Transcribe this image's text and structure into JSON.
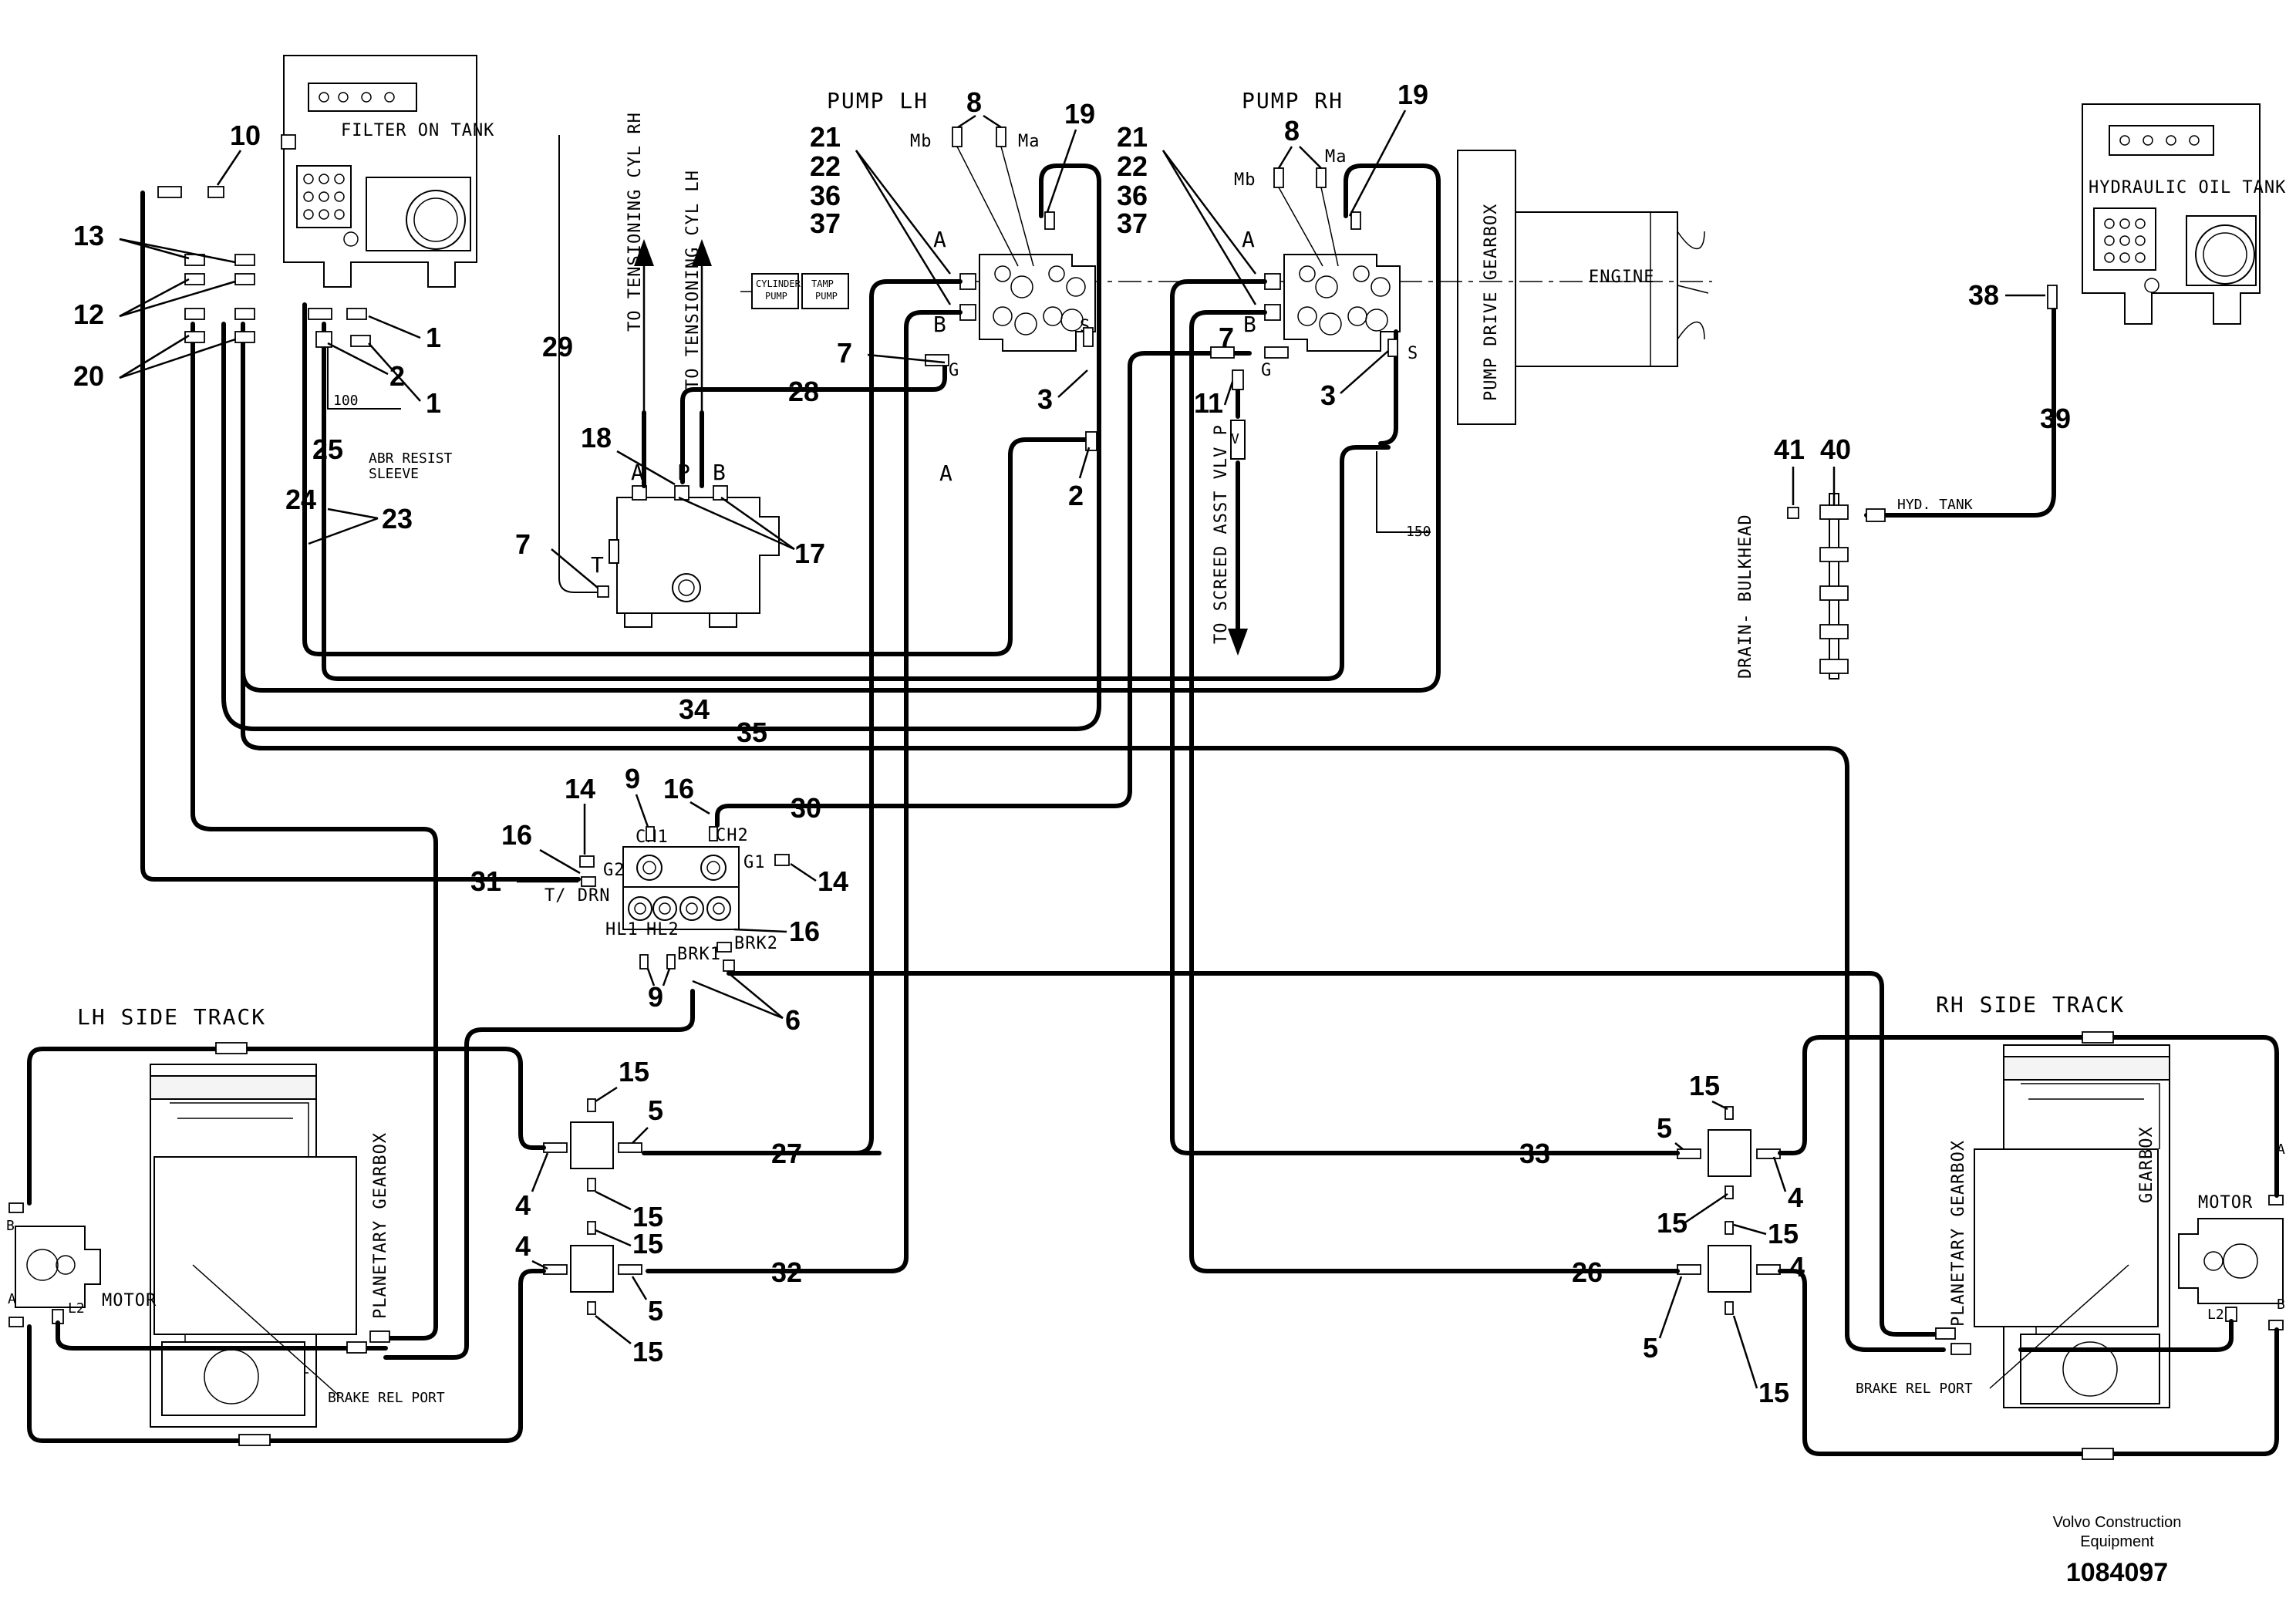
{
  "components": {
    "filter_on_tank": "FILTER ON TANK",
    "hydraulic_oil_tank": "HYDRAULIC OIL TANK",
    "pump_lh": "PUMP LH",
    "pump_rh": "PUMP RH",
    "pump_drive_gearbox": "PUMP DRIVE GEARBOX",
    "engine": "ENGINE",
    "cylinder_pump_line1": "CYLINDER",
    "cylinder_pump_line2": "PUMP",
    "tamp_pump_line1": "TAMP",
    "tamp_pump_line2": "PUMP",
    "lh_side_track": "LH SIDE TRACK",
    "rh_side_track": "RH SIDE TRACK",
    "planetary_gearbox": "PLANETARY GEARBOX",
    "gearbox": "GEARBOX",
    "motor": "MOTOR",
    "brake_rel_port": "BRAKE REL PORT",
    "drain_bulkhead": "DRAIN- BULKHEAD",
    "hyd_tank": "HYD. TANK",
    "abr_resist_line1": "ABR RESIST",
    "abr_resist_line2": "SLEEVE",
    "to_tensioning_cyl_rh": "TO TENSIONING CYL RH",
    "to_tensioning_cyl_lh": "TO TENSIONING CYL LH",
    "to_screed_asst_vlv": "TO SCREED ASST VLV P"
  },
  "port_labels": {
    "a": "A",
    "b": "B",
    "p": "P",
    "t": "T",
    "s": "S",
    "g": "G",
    "ma": "Ma",
    "mb": "Mb",
    "ch1": "CH1",
    "ch2": "CH2",
    "g1": "G1",
    "g2": "G2",
    "t_drn": "T/ DRN",
    "hl1": "HL1",
    "hl2": "HL2",
    "brk1": "BRK1",
    "brk2": "BRK2",
    "l2": "L2",
    "v_sym": "V"
  },
  "dimensions": {
    "d100": "100",
    "d150": "150"
  },
  "callouts": {
    "c1": "1",
    "c2": "2",
    "c3": "3",
    "c4": "4",
    "c5": "5",
    "c6": "6",
    "c7": "7",
    "c8": "8",
    "c9": "9",
    "c10": "10",
    "c11": "11",
    "c12": "12",
    "c13": "13",
    "c14": "14",
    "c15": "15",
    "c16": "16",
    "c17": "17",
    "c18": "18",
    "c19": "19",
    "c20": "20",
    "c21": "21",
    "c22": "22",
    "c23": "23",
    "c24": "24",
    "c25": "25",
    "c26": "26",
    "c27": "27",
    "c28": "28",
    "c29": "29",
    "c30": "30",
    "c31": "31",
    "c32": "32",
    "c33": "33",
    "c34": "34",
    "c35": "35",
    "c36": "36",
    "c37": "37",
    "c38": "38",
    "c39": "39",
    "c40": "40",
    "c41": "41"
  },
  "footer": {
    "brand_line1": "Volvo Construction",
    "brand_line2": "Equipment",
    "doc_number": "1084097"
  }
}
